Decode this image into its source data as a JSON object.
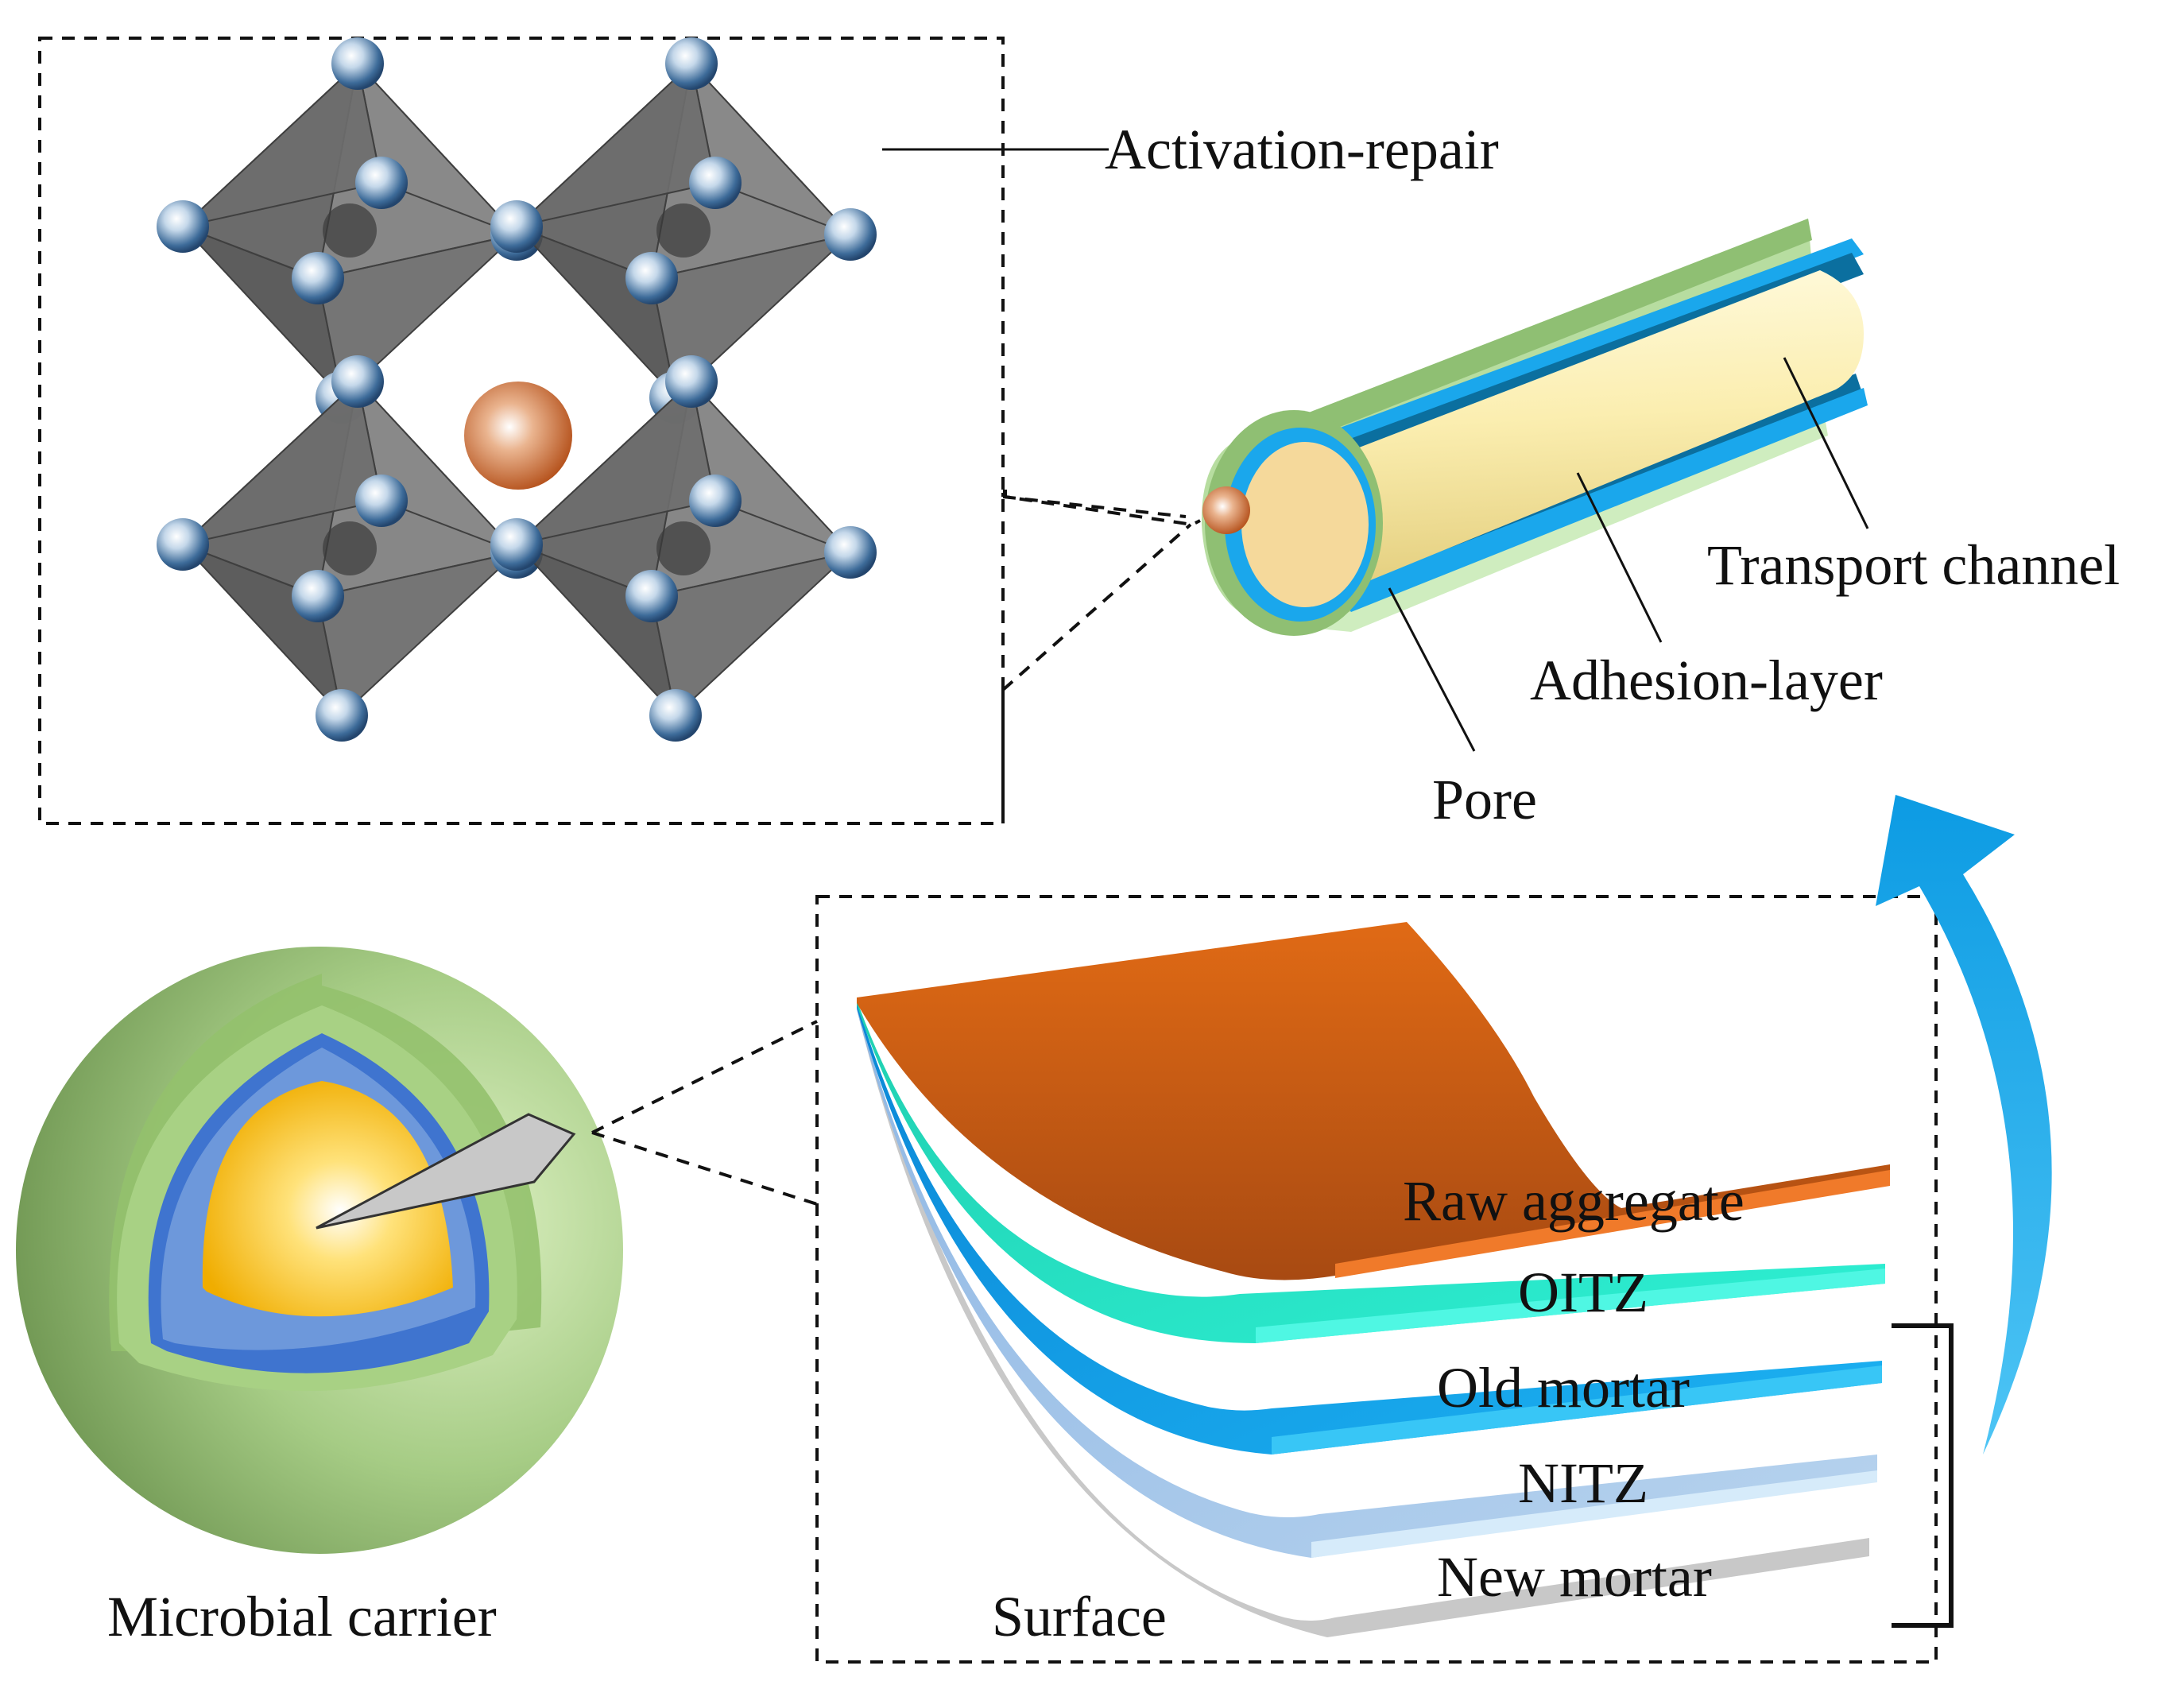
{
  "labels": {
    "activation_repair": "Activation-repair",
    "transport_channel": "Transport channel",
    "adhesion_layer": "Adhesion-layer",
    "pore": "Pore",
    "microbial_carrier": "Microbial carrier",
    "surface": "Surface",
    "raw_aggregate": "Raw aggregate",
    "oitz": "OITZ",
    "old_mortar": "Old mortar",
    "nitz": "NITZ",
    "new_mortar": "New mortar"
  },
  "icons": {
    "crystal": "perovskite-lattice-icon",
    "channel": "cylindrical-channel-icon",
    "carrier": "layered-sphere-icon",
    "layers": "stacked-curved-layers-icon",
    "arrow": "curved-up-arrow-icon"
  },
  "colors": {
    "octahedron": "#6e6e6e",
    "atom": "#3d6b99",
    "center_atom": "#c0561c",
    "green_outer": "#9cc27a",
    "blue_shell": "#2d8ee6",
    "core": "#f6e29a",
    "raw_aggregate": "#d8661a",
    "oitz": "#27e6c8",
    "old_mortar": "#16a6ec",
    "nitz": "#a9c8ea",
    "new_mortar": "#c8c8c8",
    "arrow": "#14a3e8"
  }
}
